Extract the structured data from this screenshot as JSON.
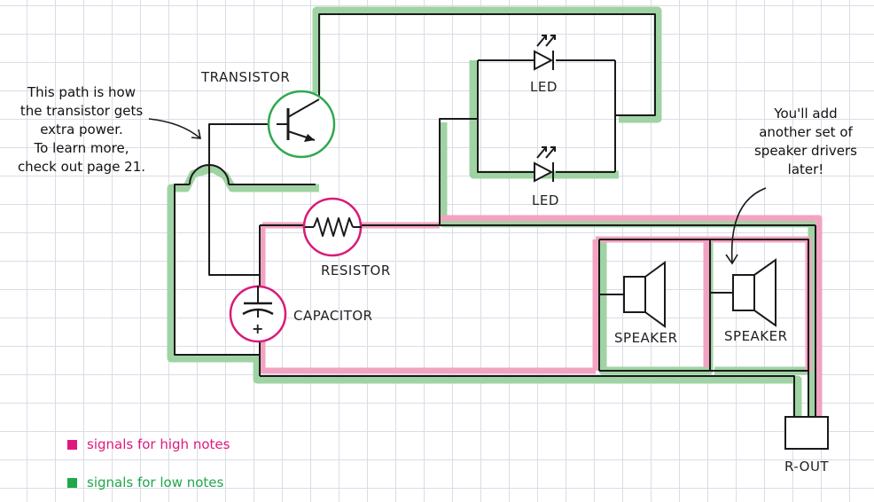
{
  "labels": {
    "transistor": "TRANSISTOR",
    "led_top": "LED",
    "led_bottom": "LED",
    "resistor": "RESISTOR",
    "capacitor": "CAPACITOR",
    "speaker_left": "SPEAKER",
    "speaker_right": "SPEAKER",
    "r_out": "R-OUT",
    "capacitor_plus": "+"
  },
  "notes": {
    "left": [
      "This path is how",
      "the transistor gets",
      "extra power.",
      "To learn more,",
      "check out page 21."
    ],
    "right": [
      "You'll add",
      "another set of",
      "speaker drivers",
      "later!"
    ]
  },
  "legend": [
    {
      "text": "signals for high notes",
      "color": "#e0197d"
    },
    {
      "text": "signals for low notes",
      "color": "#1fa84a"
    }
  ],
  "colors": {
    "high_path": "#f2a3c2",
    "low_path": "#9fd3a3",
    "wire": "#1a1a1a",
    "transistor_ring": "#2fa84f",
    "magenta_ring": "#d81b7a"
  }
}
